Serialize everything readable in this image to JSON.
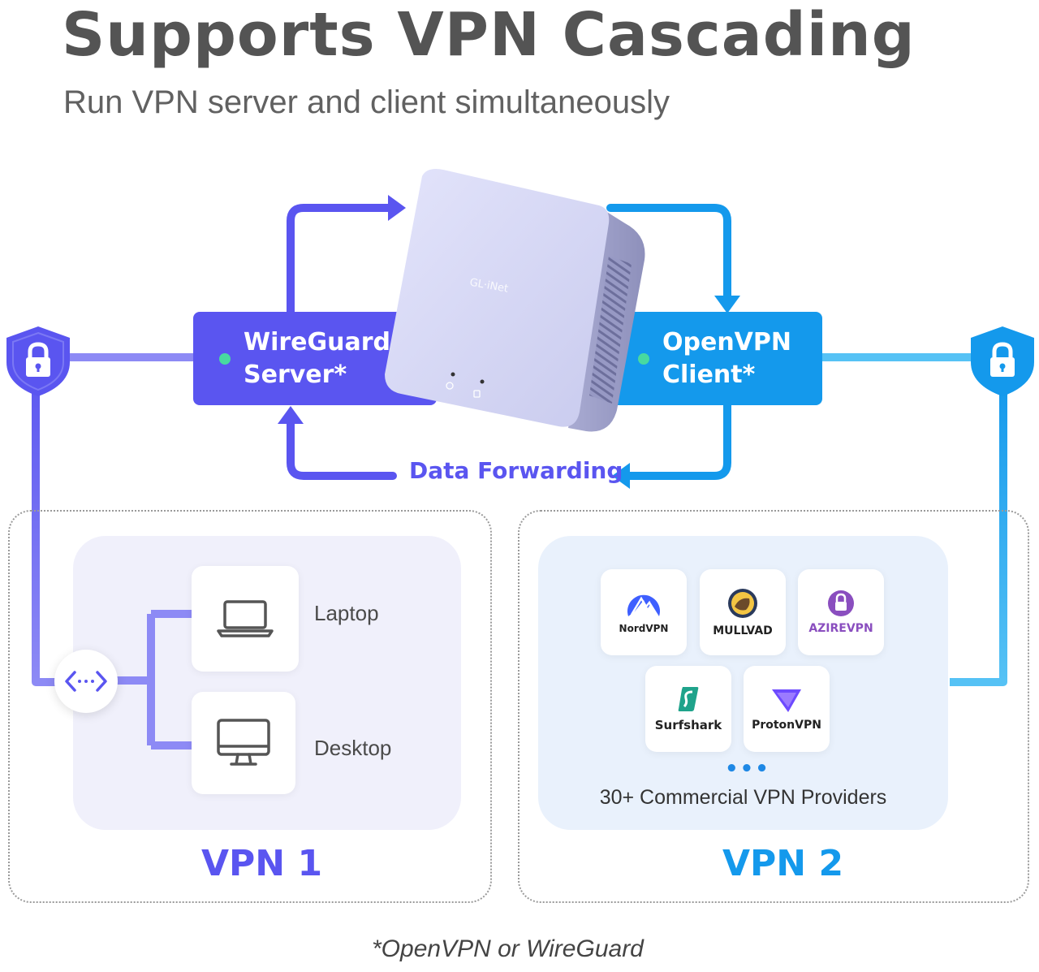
{
  "header": {
    "title": "Supports VPN Cascading",
    "subtitle": "Run VPN server and client simultaneously"
  },
  "router": {
    "brand": "GL·iNet"
  },
  "server_pill": {
    "label": "WireGuard\nServer*"
  },
  "client_pill": {
    "label": "OpenVPN\nClient*"
  },
  "data_forwarding": "Data Forwarding",
  "vpn1": {
    "label": "VPN 1",
    "devices": [
      {
        "label": "Laptop",
        "icon": "laptop-icon"
      },
      {
        "label": "Desktop",
        "icon": "desktop-icon"
      }
    ]
  },
  "vpn2": {
    "label": "VPN 2",
    "providers": [
      {
        "name": "NordVPN"
      },
      {
        "name": "MULLVAD"
      },
      {
        "name": "AZIREVPN"
      },
      {
        "name": "Surfshark"
      },
      {
        "name": "ProtonVPN"
      }
    ],
    "more": "•••",
    "caption": "30+ Commercial VPN Providers"
  },
  "footnote": "*OpenVPN or WireGuard",
  "colors": {
    "vpn1_accent": "#5a55f0",
    "vpn2_accent": "#1499ec",
    "status_dot": "#48d9a0"
  }
}
